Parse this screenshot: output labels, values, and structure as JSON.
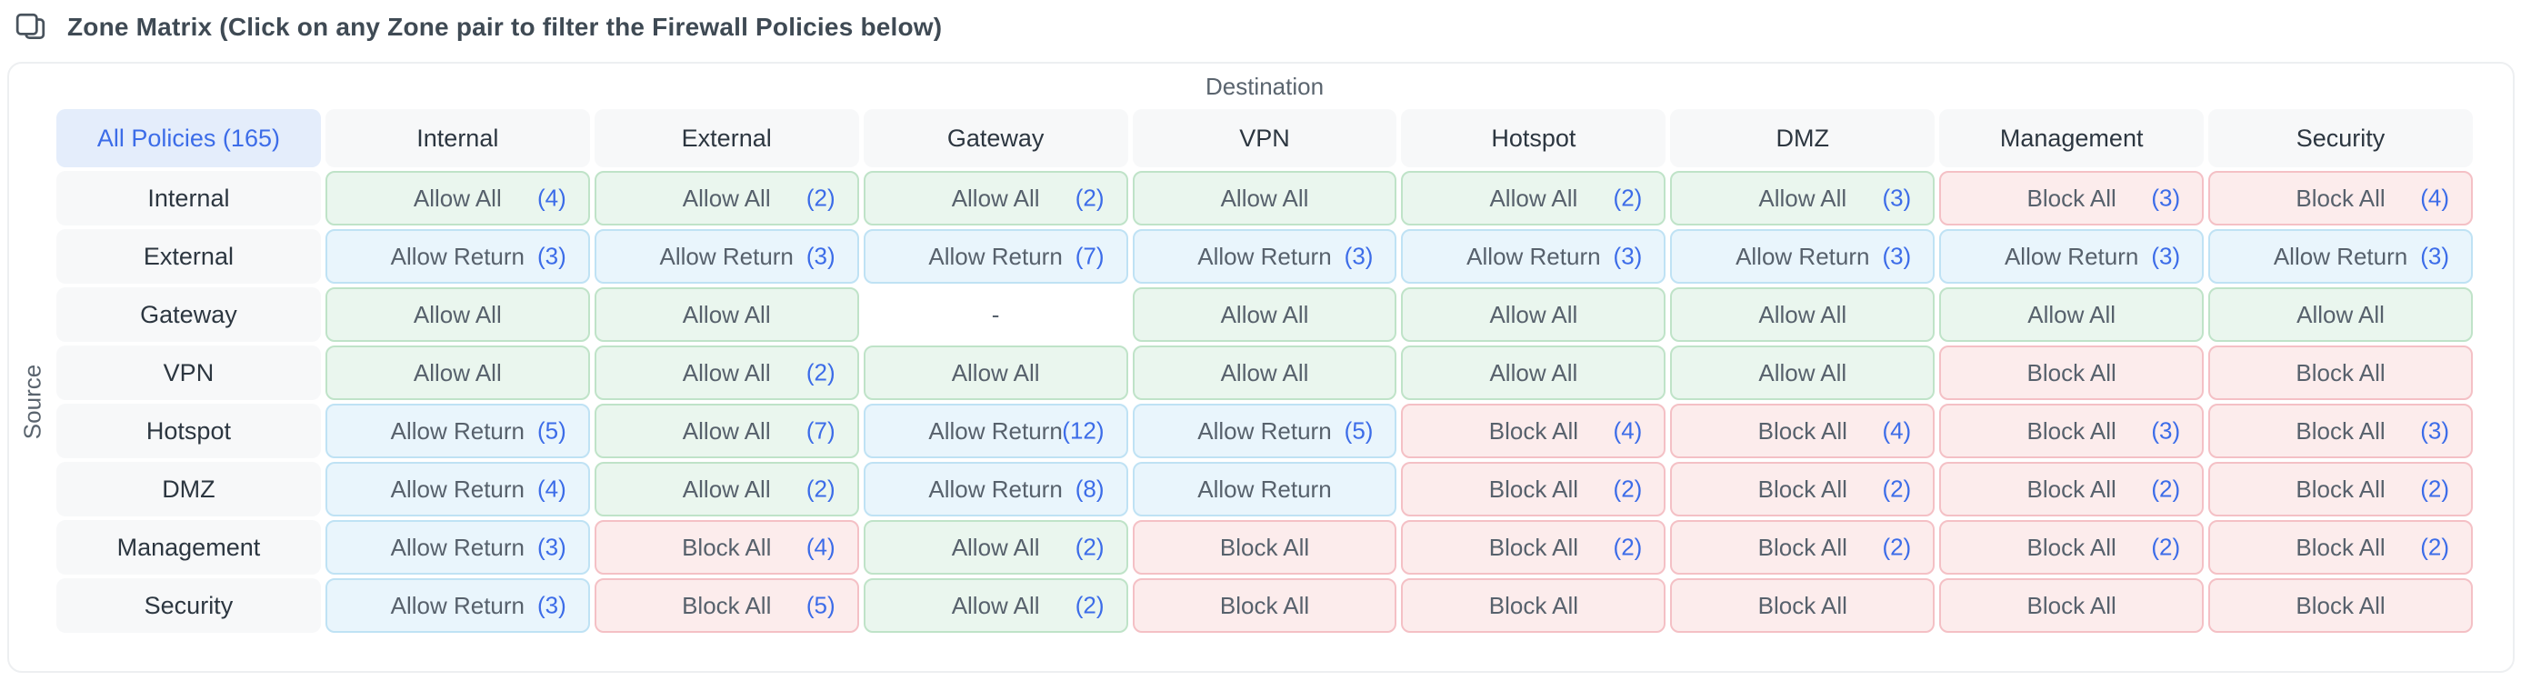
{
  "header": {
    "title": "Zone Matrix (Click on any Zone pair to filter the Firewall Policies below)"
  },
  "matrix": {
    "destination_label": "Destination",
    "source_label": "Source",
    "all_policies_label": "All Policies (165)",
    "columns": [
      "Internal",
      "External",
      "Gateway",
      "VPN",
      "Hotspot",
      "DMZ",
      "Management",
      "Security"
    ],
    "rows": [
      {
        "source": "Internal",
        "cells": [
          {
            "action": "Allow All",
            "count": "(4)",
            "type": "allow-all"
          },
          {
            "action": "Allow All",
            "count": "(2)",
            "type": "allow-all"
          },
          {
            "action": "Allow All",
            "count": "(2)",
            "type": "allow-all"
          },
          {
            "action": "Allow All",
            "count": "",
            "type": "allow-all"
          },
          {
            "action": "Allow All",
            "count": "(2)",
            "type": "allow-all"
          },
          {
            "action": "Allow All",
            "count": "(3)",
            "type": "allow-all"
          },
          {
            "action": "Block All",
            "count": "(3)",
            "type": "block-all"
          },
          {
            "action": "Block All",
            "count": "(4)",
            "type": "block-all"
          }
        ]
      },
      {
        "source": "External",
        "cells": [
          {
            "action": "Allow Return",
            "count": "(3)",
            "type": "allow-return"
          },
          {
            "action": "Allow Return",
            "count": "(3)",
            "type": "allow-return"
          },
          {
            "action": "Allow Return",
            "count": "(7)",
            "type": "allow-return"
          },
          {
            "action": "Allow Return",
            "count": "(3)",
            "type": "allow-return"
          },
          {
            "action": "Allow Return",
            "count": "(3)",
            "type": "allow-return"
          },
          {
            "action": "Allow Return",
            "count": "(3)",
            "type": "allow-return"
          },
          {
            "action": "Allow Return",
            "count": "(3)",
            "type": "allow-return"
          },
          {
            "action": "Allow Return",
            "count": "(3)",
            "type": "allow-return"
          }
        ]
      },
      {
        "source": "Gateway",
        "cells": [
          {
            "action": "Allow All",
            "count": "",
            "type": "allow-all"
          },
          {
            "action": "Allow All",
            "count": "",
            "type": "allow-all"
          },
          {
            "action": "-",
            "count": "",
            "type": "none"
          },
          {
            "action": "Allow All",
            "count": "",
            "type": "allow-all"
          },
          {
            "action": "Allow All",
            "count": "",
            "type": "allow-all"
          },
          {
            "action": "Allow All",
            "count": "",
            "type": "allow-all"
          },
          {
            "action": "Allow All",
            "count": "",
            "type": "allow-all"
          },
          {
            "action": "Allow All",
            "count": "",
            "type": "allow-all"
          }
        ]
      },
      {
        "source": "VPN",
        "cells": [
          {
            "action": "Allow All",
            "count": "",
            "type": "allow-all"
          },
          {
            "action": "Allow All",
            "count": "(2)",
            "type": "allow-all"
          },
          {
            "action": "Allow All",
            "count": "",
            "type": "allow-all"
          },
          {
            "action": "Allow All",
            "count": "",
            "type": "allow-all"
          },
          {
            "action": "Allow All",
            "count": "",
            "type": "allow-all"
          },
          {
            "action": "Allow All",
            "count": "",
            "type": "allow-all"
          },
          {
            "action": "Block All",
            "count": "",
            "type": "block-all"
          },
          {
            "action": "Block All",
            "count": "",
            "type": "block-all"
          }
        ]
      },
      {
        "source": "Hotspot",
        "cells": [
          {
            "action": "Allow Return",
            "count": "(5)",
            "type": "allow-return"
          },
          {
            "action": "Allow All",
            "count": "(7)",
            "type": "allow-all"
          },
          {
            "action": "Allow Return",
            "count": "(12)",
            "type": "allow-return"
          },
          {
            "action": "Allow Return",
            "count": "(5)",
            "type": "allow-return"
          },
          {
            "action": "Block All",
            "count": "(4)",
            "type": "block-all"
          },
          {
            "action": "Block All",
            "count": "(4)",
            "type": "block-all"
          },
          {
            "action": "Block All",
            "count": "(3)",
            "type": "block-all"
          },
          {
            "action": "Block All",
            "count": "(3)",
            "type": "block-all"
          }
        ]
      },
      {
        "source": "DMZ",
        "cells": [
          {
            "action": "Allow Return",
            "count": "(4)",
            "type": "allow-return"
          },
          {
            "action": "Allow All",
            "count": "(2)",
            "type": "allow-all"
          },
          {
            "action": "Allow Return",
            "count": "(8)",
            "type": "allow-return"
          },
          {
            "action": "Allow Return",
            "count": "",
            "type": "allow-return"
          },
          {
            "action": "Block All",
            "count": "(2)",
            "type": "block-all"
          },
          {
            "action": "Block All",
            "count": "(2)",
            "type": "block-all"
          },
          {
            "action": "Block All",
            "count": "(2)",
            "type": "block-all"
          },
          {
            "action": "Block All",
            "count": "(2)",
            "type": "block-all"
          }
        ]
      },
      {
        "source": "Management",
        "cells": [
          {
            "action": "Allow Return",
            "count": "(3)",
            "type": "allow-return"
          },
          {
            "action": "Block All",
            "count": "(4)",
            "type": "block-all"
          },
          {
            "action": "Allow All",
            "count": "(2)",
            "type": "allow-all"
          },
          {
            "action": "Block All",
            "count": "",
            "type": "block-all"
          },
          {
            "action": "Block All",
            "count": "(2)",
            "type": "block-all"
          },
          {
            "action": "Block All",
            "count": "(2)",
            "type": "block-all"
          },
          {
            "action": "Block All",
            "count": "(2)",
            "type": "block-all"
          },
          {
            "action": "Block All",
            "count": "(2)",
            "type": "block-all"
          }
        ]
      },
      {
        "source": "Security",
        "cells": [
          {
            "action": "Allow Return",
            "count": "(3)",
            "type": "allow-return"
          },
          {
            "action": "Block All",
            "count": "(5)",
            "type": "block-all"
          },
          {
            "action": "Allow All",
            "count": "(2)",
            "type": "allow-all"
          },
          {
            "action": "Block All",
            "count": "",
            "type": "block-all"
          },
          {
            "action": "Block All",
            "count": "",
            "type": "block-all"
          },
          {
            "action": "Block All",
            "count": "",
            "type": "block-all"
          },
          {
            "action": "Block All",
            "count": "",
            "type": "block-all"
          },
          {
            "action": "Block All",
            "count": "",
            "type": "block-all"
          }
        ]
      }
    ]
  },
  "colors": {
    "allow_all_bg": "#eaf6ee",
    "allow_all_border": "#bfe3c8",
    "allow_return_bg": "#e9f5fc",
    "allow_return_border": "#bfe2f4",
    "block_all_bg": "#fcecec",
    "block_all_border": "#f4c0c5",
    "header_cell_bg": "#f7f8f9",
    "all_policies_bg": "#e4edfb",
    "all_policies_text": "#3c6ce8",
    "count_text": "#3c6ce8",
    "cell_text": "#57616c",
    "title_text": "#3f4a54"
  }
}
